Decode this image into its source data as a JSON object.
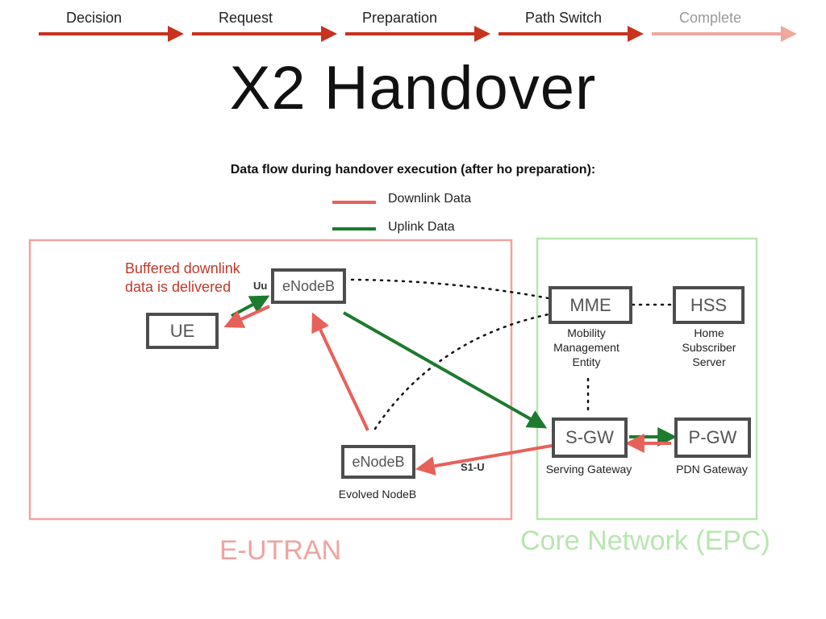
{
  "progress_steps": [
    "Decision",
    "Request",
    "Preparation",
    "Path Switch",
    "Complete"
  ],
  "title": "X2 Handover",
  "subtitle": "Data flow during handover execution (after ho preparation):",
  "legend": {
    "downlink": "Downlink Data",
    "uplink": "Uplink Data"
  },
  "regions": {
    "eutran": "E-UTRAN",
    "core": "Core Network (EPC)"
  },
  "nodes": {
    "ue": "UE",
    "enodeb_target": "eNodeB",
    "enodeb_source": "eNodeB",
    "mme": "MME",
    "hss": "HSS",
    "sgw": "S-GW",
    "pgw": "P-GW"
  },
  "captions": {
    "mme": "Mobility\nManagement\nEntity",
    "hss": "Home\nSubscriber\nServer",
    "sgw": "Serving Gateway",
    "pgw": "PDN Gateway",
    "enodeb_source": "Evolved NodeB"
  },
  "interfaces": {
    "uu": "Uu",
    "s1u": "S1-U"
  },
  "note": "Buffered downlink\ndata is delivered",
  "colors": {
    "downlink": "#e8605a",
    "uplink": "#1e7a2e",
    "progress_active": "#c8321f",
    "progress_dim": "#eea89e",
    "eutran": "#f0a3a0",
    "core": "#b8e6b0",
    "node_border": "#4d4d4d"
  }
}
